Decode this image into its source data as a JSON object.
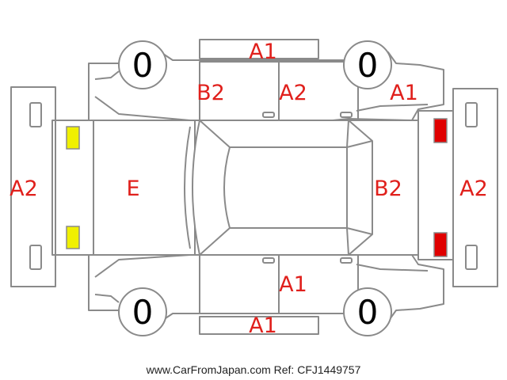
{
  "labels": {
    "roof_top": "A1",
    "rear_door_left": "B2",
    "front_door_left": "A2",
    "front_fender_left": "A1",
    "rear_bumper": "A2",
    "trunk": "E",
    "hood": "B2",
    "front_bumper": "A2",
    "front_door_right": "A1",
    "rocker_bottom": "A1"
  },
  "tires": [
    "0",
    "0",
    "0",
    "0"
  ],
  "footer": "www.CarFromJapan.com Ref: CFJ1449757",
  "colors": {
    "label": "#e0201c",
    "outline": "#8a8a8a",
    "rear_lamps": "#f0f000",
    "front_lamps": "#e00000"
  }
}
